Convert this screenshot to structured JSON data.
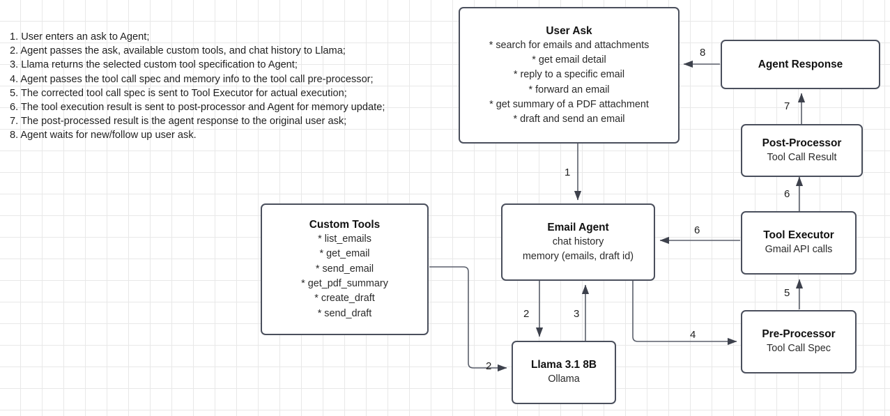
{
  "legend": {
    "lines": [
      "1. User enters an ask to Agent;",
      "2. Agent passes the ask, available custom tools, and chat history to Llama;",
      "3. Llama returns the selected custom tool specification to Agent;",
      "4. Agent passes the tool call spec and memory info to the tool call pre-processor;",
      "5. The corrected tool call spec is sent to Tool Executor for actual execution;",
      "6. The tool execution result is sent to post-processor and Agent for memory update;",
      "7. The post-processed result is the agent response to the original user ask;",
      "8. Agent waits for new/follow up user ask."
    ]
  },
  "nodes": {
    "user_ask": {
      "title": "User Ask",
      "items": [
        "* search for emails and attachments",
        "* get email detail",
        "* reply to a specific email",
        "* forward an email",
        "* get summary of a PDF attachment",
        "* draft and send an email"
      ]
    },
    "agent_response": {
      "title": "Agent Response"
    },
    "post_processor": {
      "title": "Post-Processor",
      "sub": "Tool Call Result"
    },
    "tool_executor": {
      "title": "Tool Executor",
      "sub": "Gmail API calls"
    },
    "pre_processor": {
      "title": "Pre-Processor",
      "sub": "Tool Call Spec"
    },
    "email_agent": {
      "title": "Email Agent",
      "sub1": "chat history",
      "sub2": "memory (emails, draft id)"
    },
    "custom_tools": {
      "title": "Custom Tools",
      "items": [
        "* list_emails",
        "* get_email",
        "* send_email",
        "* get_pdf_summary",
        "* create_draft",
        "* send_draft"
      ]
    },
    "llama": {
      "title": "Llama 3.1 8B",
      "sub": "Ollama"
    }
  },
  "edges": [
    {
      "id": "user-ask-to-email-agent",
      "label": "1"
    },
    {
      "id": "email-agent-to-llama",
      "label": "2"
    },
    {
      "id": "custom-tools-to-llama",
      "label": "2"
    },
    {
      "id": "llama-to-email-agent",
      "label": "3"
    },
    {
      "id": "email-agent-to-pre-processor",
      "label": "4"
    },
    {
      "id": "pre-processor-to-tool-executor",
      "label": "5"
    },
    {
      "id": "tool-executor-to-email-agent",
      "label": "6"
    },
    {
      "id": "tool-executor-to-post-processor",
      "label": "6"
    },
    {
      "id": "post-processor-to-agent-response",
      "label": "7"
    },
    {
      "id": "agent-response-to-user-ask",
      "label": "8"
    }
  ],
  "colors": {
    "node_border": "#4a4f5c",
    "edge_stroke": "#5a5f6b",
    "grid_line": "#e8e8e8",
    "text": "#1f1f1f",
    "background": "#ffffff"
  }
}
